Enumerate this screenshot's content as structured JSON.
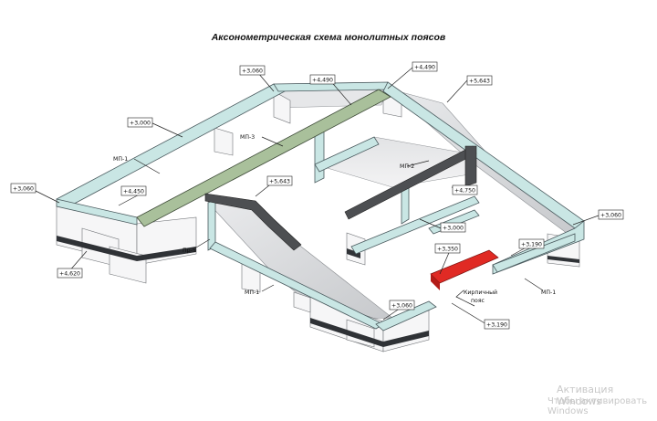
{
  "title": "Аксонометрическая схема монолитных поясов",
  "labels": {
    "l1": "+3,060",
    "l2": "+4,490",
    "l3": "+4,490",
    "l4": "+5,643",
    "l5": "+3,000",
    "l6": "+3,060",
    "l7": "+4,450",
    "l8": "+4,620",
    "l9": "+5,643",
    "l10": "+4,750",
    "l11": "+3,000",
    "l12": "+3,060",
    "l13": "+3,350",
    "l14": "+3,190",
    "l15": "+3,060",
    "l16": "+3,190"
  },
  "tags": {
    "mp1_left": "МП-1",
    "mp3": "МП-3",
    "mp2": "МП-2",
    "pr5": "Пр-5",
    "mp1_bottom": "МП-1",
    "mp1_right": "МП-1",
    "brick_line1": "Кирпичный",
    "brick_line2": "пояс"
  },
  "watermark": {
    "line1": "Активация Windows",
    "line2": "Чтобы активировать Windows"
  },
  "colors": {
    "teal_beam": "#c9e6e4",
    "green_beam": "#a9c09b",
    "dark_beam": "#4d4f52",
    "red_beam": "#e02a24",
    "wall_dark": "#2f3236",
    "roof_grey": "#d5d7da"
  }
}
